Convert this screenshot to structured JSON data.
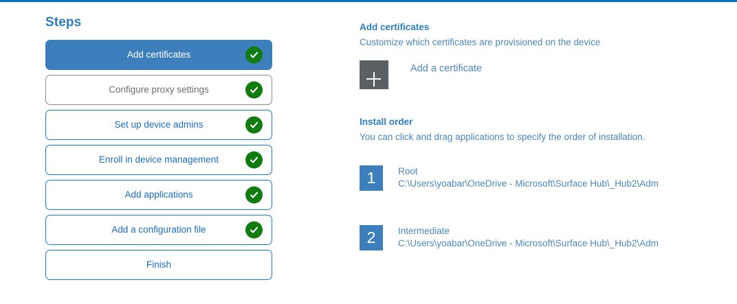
{
  "accent_blue": "#0078c8",
  "active_step_blue": "#3d7fbc",
  "link_blue": "#1a6cc4",
  "heading_blue": "#2b7dbf",
  "check_green": "#107c10",
  "steps": {
    "heading": "Steps",
    "items": [
      {
        "label": "Add certificates",
        "state": "active",
        "checked": true,
        "check_icon": "check-circle-icon"
      },
      {
        "label": "Configure proxy settings",
        "state": "muted",
        "checked": true,
        "check_icon": "check-circle-icon"
      },
      {
        "label": "Set up device admins",
        "state": "default",
        "checked": true,
        "check_icon": "check-circle-icon"
      },
      {
        "label": "Enroll in device management",
        "state": "default",
        "checked": true,
        "check_icon": "check-circle-icon"
      },
      {
        "label": "Add applications",
        "state": "default",
        "checked": true,
        "check_icon": "check-circle-icon"
      },
      {
        "label": "Add a configuration file",
        "state": "default",
        "checked": true,
        "check_icon": "check-circle-icon"
      },
      {
        "label": "Finish",
        "state": "default",
        "checked": false,
        "check_icon": ""
      }
    ]
  },
  "detail": {
    "title": "Add certificates",
    "subtitle": "Customize which certificates are provisioned on the device",
    "add_certificate": {
      "icon": "plus-icon",
      "label": "Add a certificate"
    },
    "install_order": {
      "title": "Install order",
      "description": "You can click and drag applications to specify the order of installation.",
      "items": [
        {
          "number": "1",
          "name": "Root",
          "path": "C:\\Users\\yoabar\\OneDrive - Microsoft\\Surface Hub\\_Hub2\\Adm"
        },
        {
          "number": "2",
          "name": "Intermediate",
          "path": "C:\\Users\\yoabar\\OneDrive - Microsoft\\Surface Hub\\_Hub2\\Adm"
        }
      ]
    }
  }
}
